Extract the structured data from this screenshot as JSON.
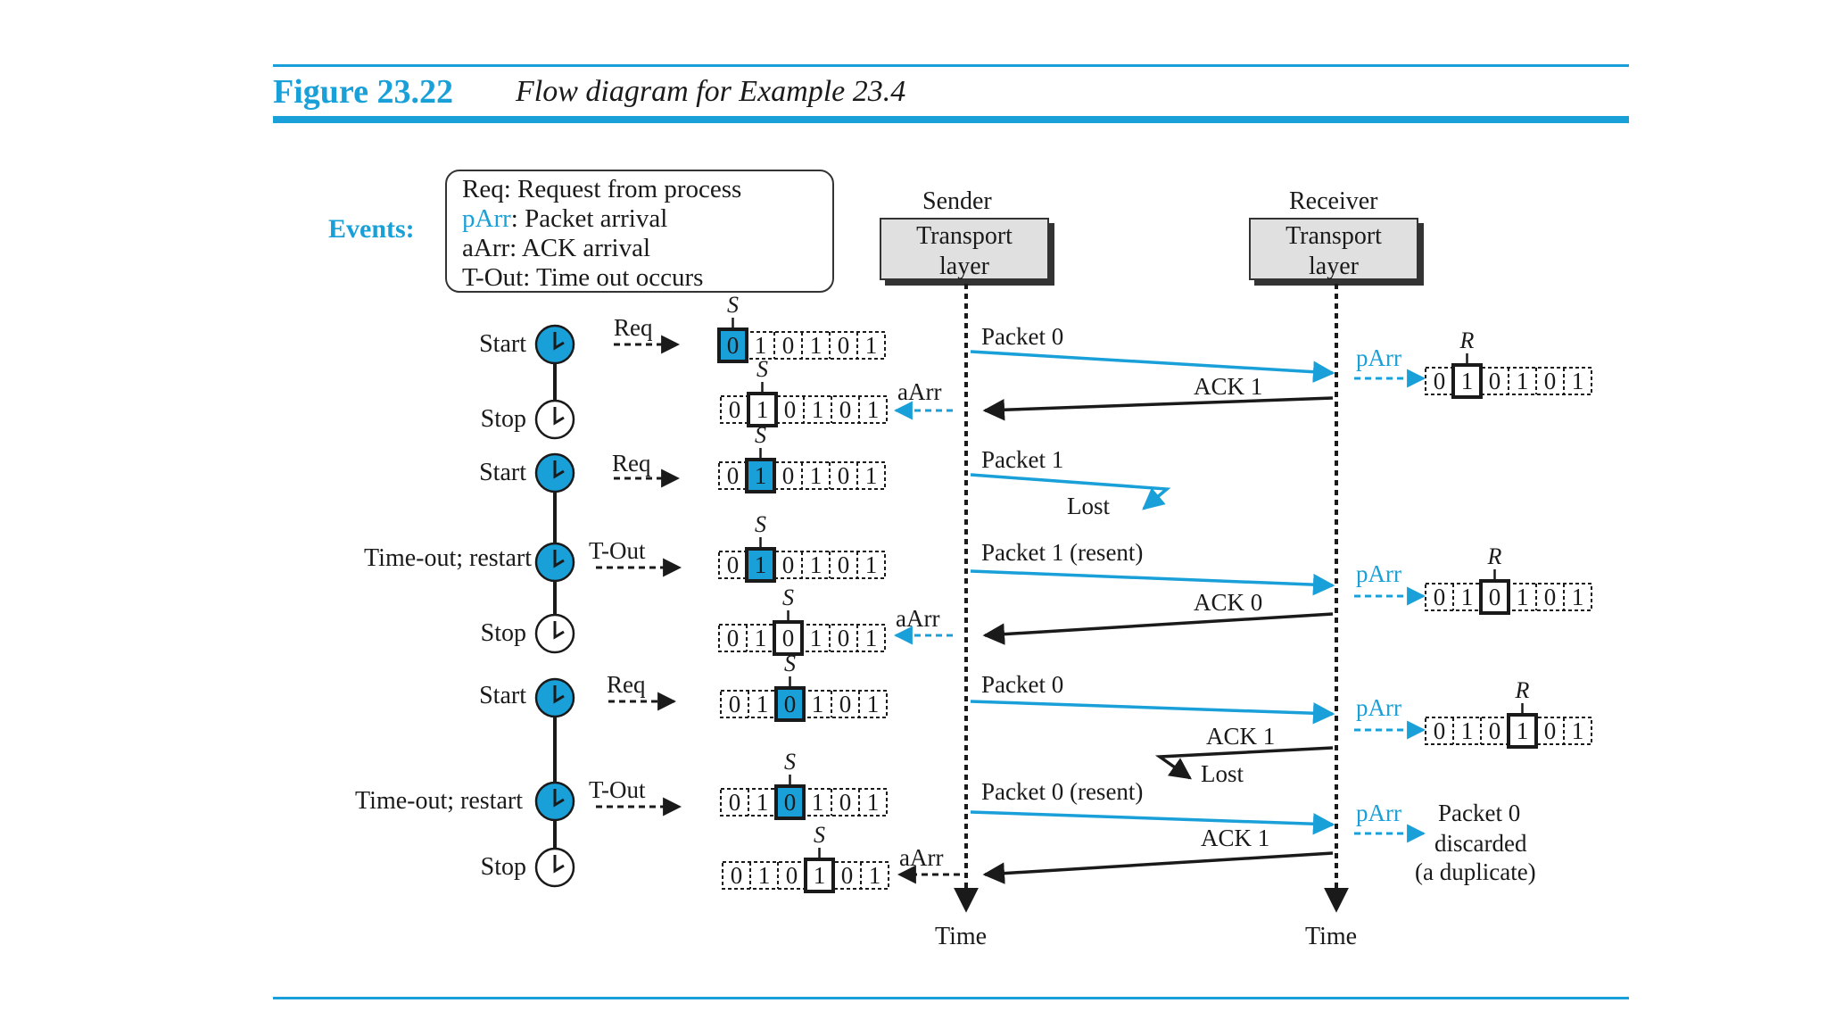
{
  "figure": {
    "number": "Figure 23.22",
    "caption": "Flow diagram for Example 23.4"
  },
  "events": {
    "label": "Events:",
    "items": [
      {
        "abbr": "Req",
        "text": ": Request from process",
        "color": "#1a1a1a"
      },
      {
        "abbr": "pArr",
        "text": ": Packet arrival",
        "color": "#1aa0d8"
      },
      {
        "abbr": "aArr",
        "text": ": ACK arrival",
        "color": "#1a1a1a"
      },
      {
        "abbr": "T-Out",
        "text": ": Time out occurs",
        "color": "#1a1a1a"
      }
    ]
  },
  "sender": {
    "title": "Sender",
    "layer_line1": "Transport",
    "layer_line2": "layer",
    "time": "Time"
  },
  "receiver": {
    "title": "Receiver",
    "layer_line1": "Transport",
    "layer_line2": "layer",
    "time": "Time"
  },
  "timer_labels": [
    "Start",
    "Stop",
    "Start",
    "Time-out; restart",
    "Stop",
    "Start",
    "Time-out; restart",
    "Stop"
  ],
  "sender_events": [
    "Req",
    "aArr",
    "Req",
    "T-Out",
    "aArr",
    "Req",
    "T-Out",
    "aArr"
  ],
  "window_pointer_sender": "S",
  "window_pointer_receiver": "R",
  "sequence_bits": [
    "0",
    "1",
    "0",
    "1",
    "0",
    "1"
  ],
  "messages": {
    "packet0": "Packet 0",
    "ack1": "ACK 1",
    "packet1": "Packet 1",
    "lost": "Lost",
    "packet1_resent": "Packet 1 (resent)",
    "ack0": "ACK 0",
    "packet0_b": "Packet 0",
    "ack1_b": "ACK 1",
    "lost_b": "Lost",
    "packet0_resent": "Packet 0 (resent)",
    "ack1_c": "ACK 1"
  },
  "receiver_events": [
    "pArr",
    "pArr",
    "pArr",
    "pArr"
  ],
  "discard_note": [
    "Packet 0",
    "discarded",
    "(a duplicate)"
  ],
  "colors": {
    "accent": "#1aa0d8",
    "ink": "#1a1a1a",
    "box_fill": "#e0e0e0"
  }
}
